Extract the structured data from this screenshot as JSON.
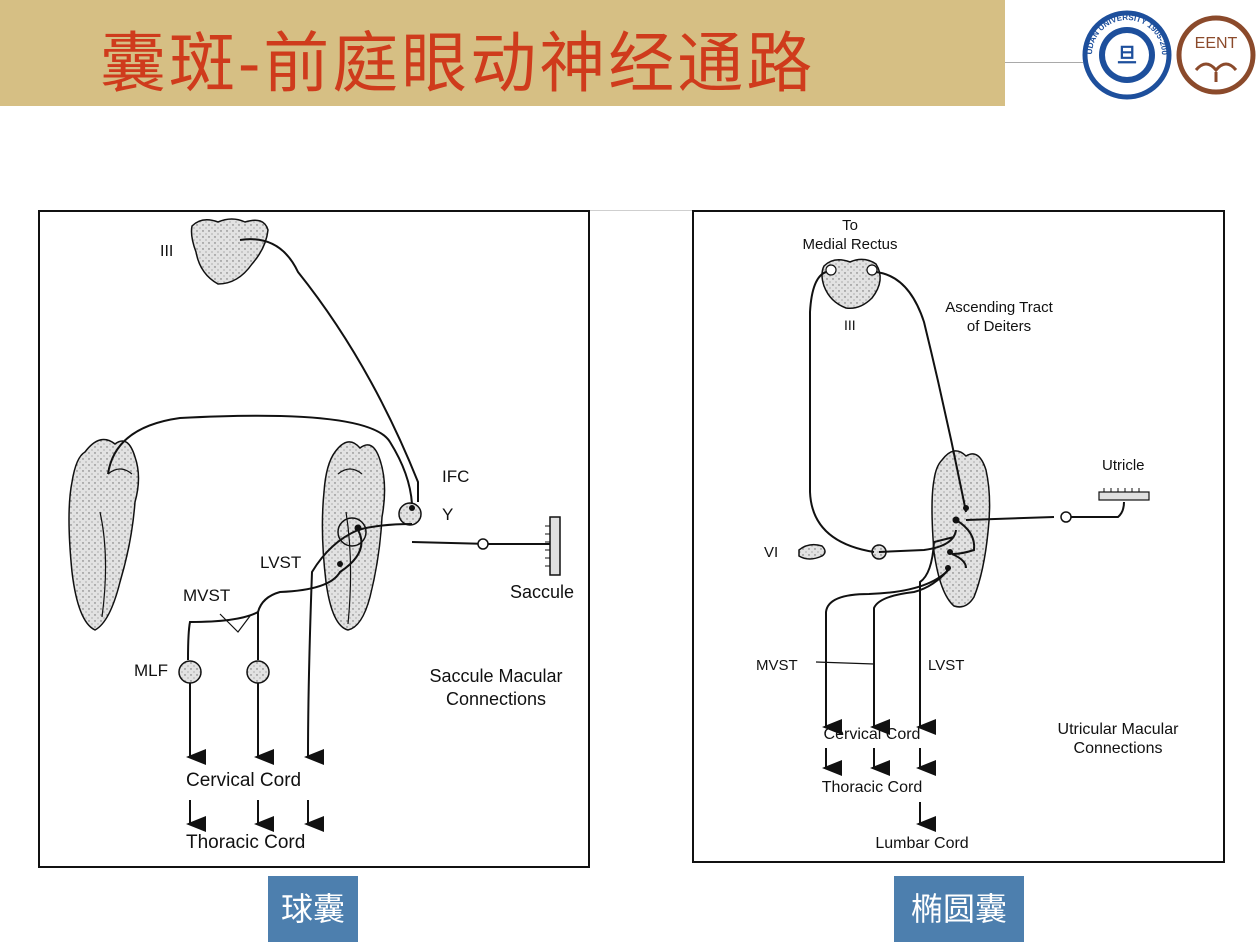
{
  "header": {
    "title": "囊斑-前庭眼动神经通路",
    "logos": [
      {
        "name": "fudan-university-seal",
        "text": "FUDAN UNIVERSITY 1905-2005"
      },
      {
        "name": "eent-logo",
        "text": "EENT"
      }
    ]
  },
  "left_panel": {
    "labels": {
      "iii": "III",
      "ifc": "IFC",
      "y": "Y",
      "lvst": "LVST",
      "mvst": "MVST",
      "mlf": "MLF",
      "saccule": "Saccule",
      "cervical": "Cervical Cord",
      "thoracic": "Thoracic Cord",
      "title_line1": "Saccule Macular",
      "title_line2": "Connections"
    },
    "caption": "球囊"
  },
  "right_panel": {
    "labels": {
      "to": "To",
      "medial_rectus": "Medial Rectus",
      "iii": "III",
      "ascending_line1": "Ascending Tract",
      "ascending_line2": "of Deiters",
      "utricle": "Utricle",
      "vi": "VI",
      "mvst": "MVST",
      "lvst": "LVST",
      "cervical": "Cervical Cord",
      "thoracic": "Thoracic Cord",
      "lumbar": "Lumbar Cord",
      "title_line1": "Utricular Macular",
      "title_line2": "Connections"
    },
    "caption": "椭圆囊"
  },
  "colors": {
    "title_bar": "#d6bf84",
    "title_text": "#cf3b1c",
    "caption_bg": "#4d7fae",
    "fudan_blue": "#1d4f9c",
    "eent_brown": "#8b4a2b"
  }
}
